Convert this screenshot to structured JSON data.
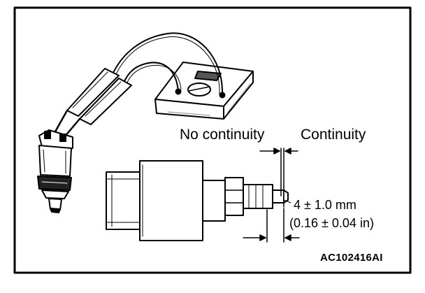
{
  "figure": {
    "labels": {
      "no_continuity": "No continuity",
      "continuity": "Continuity",
      "dimension_metric": "4 ± 1.0 mm",
      "dimension_imperial": "(0.16 ± 0.04 in)",
      "figure_id": "AC102416AI"
    }
  }
}
